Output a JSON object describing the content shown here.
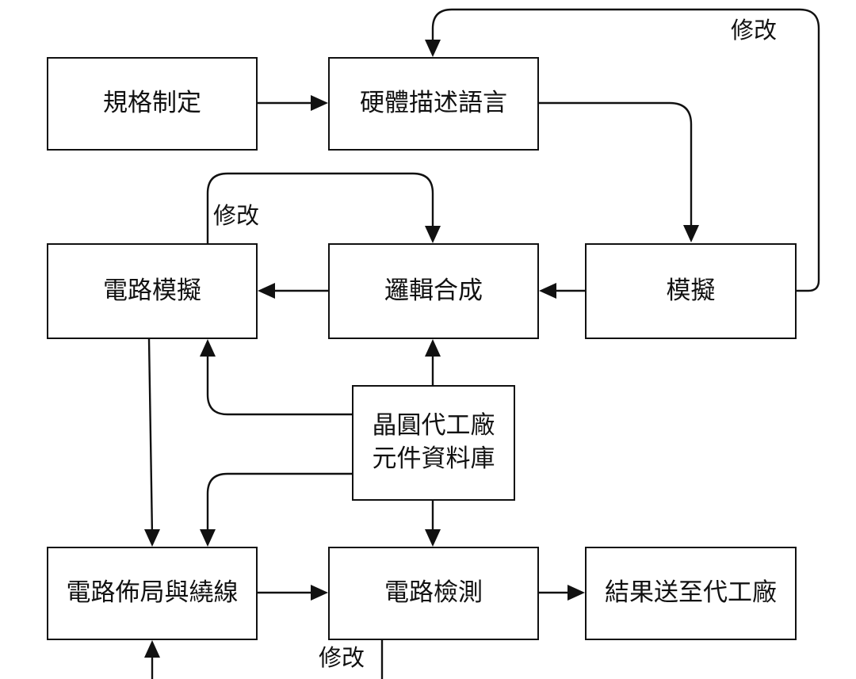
{
  "nodes": {
    "spec": "規格制定",
    "hdl": "硬體描述語言",
    "circuit_sim": "電路模擬",
    "logic_synthesis": "邏輯合成",
    "sim": "模擬",
    "foundry_lib_line1": "晶圓代工廠",
    "foundry_lib_line2": "元件資料庫",
    "layout_routing": "電路佈局與繞線",
    "circuit_test": "電路檢測",
    "send_to_foundry": "結果送至代工廠"
  },
  "edge_labels": {
    "modify_top": "修改",
    "modify_middle": "修改",
    "modify_bottom": "修改"
  },
  "colors": {
    "line": "#111111",
    "box_fill": "#ffffff",
    "background": "#ffffff"
  }
}
